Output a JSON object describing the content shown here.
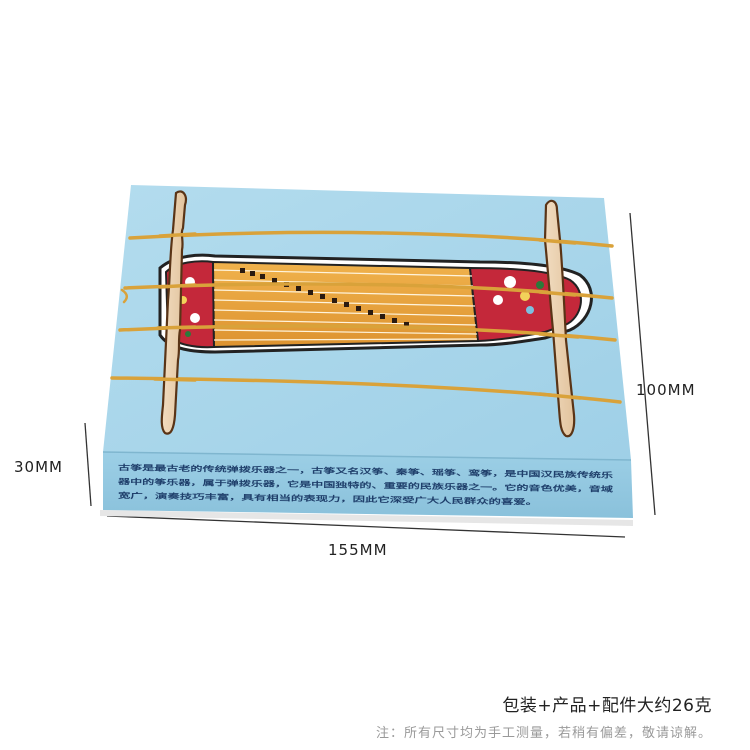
{
  "dimensions": {
    "width": "155MM",
    "height": "100MM",
    "depth": "30MM"
  },
  "box_front_text": {
    "line1": "古筝是最古老的传统弹拨乐器之一，古筝又名汉筝、秦筝、瑶筝、鸾筝，是中国汉民族传统乐",
    "line2": "器中的筝乐器，属于弹拨乐器，它是中国独特的、重要的民族乐器之一。它的音色优美，音域",
    "line3": "宽广，演奏技巧丰富，具有相当的表现力，因此它深受广大人民群众的喜爱。"
  },
  "caption": {
    "main": "包装+产品+配件大约26克",
    "note": "注：所有尺寸均为手工测量，若稍有偏差，敬请谅解。"
  },
  "colors": {
    "box_top": "#a9d6ea",
    "box_front": "#93c9e2",
    "guzheng_body": "#e8a23a",
    "guzheng_ends": "#c4283a",
    "rubber_band": "#d9a23a",
    "wood": "#ecd3b3"
  }
}
